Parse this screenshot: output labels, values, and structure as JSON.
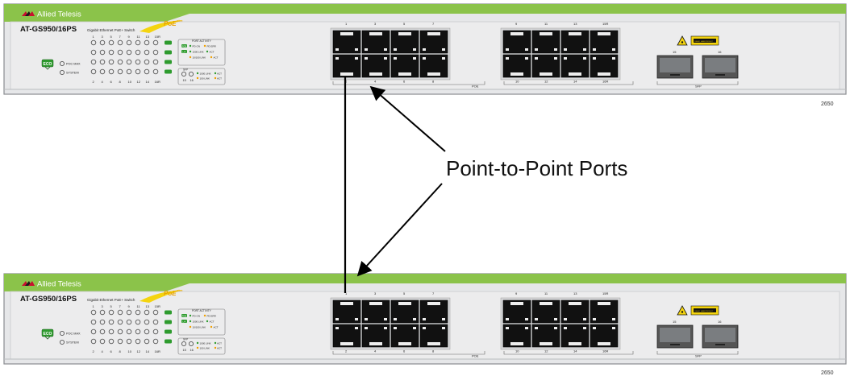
{
  "switch": {
    "brand": "Allied Telesis",
    "model": "AT-GS950/16PS",
    "description": "Gigabit Ethernet PoE+ Switch",
    "poe_logo": "PoE",
    "poe_logo_super": "plus",
    "led_top_numbers": [
      "1",
      "3",
      "5",
      "7",
      "9",
      "11",
      "13",
      "15R"
    ],
    "led_bottom_numbers": [
      "2",
      "4",
      "6",
      "8",
      "10",
      "12",
      "14",
      "16R"
    ],
    "eco_label": "ECO",
    "poc_max_label": "POC MAX",
    "system_label": "SYSTEM",
    "port_activity": {
      "title": "PORT ACTIVITY",
      "row1_left_tag": "POE",
      "row1_a": "PD ON",
      "row1_b": "PD ERR",
      "row2_left_tag": "L/A",
      "row2_a": "1000 LINK",
      "row2_b": "ACT",
      "row3_a": "10/100 LINK",
      "row3_b": "ACT"
    },
    "sfp_legend": {
      "title": "SFP",
      "row1_a": "1000 LINK",
      "row1_b": "ACT",
      "row2_a": "100 LINK",
      "row2_b": "ACT",
      "numbers": [
        "15",
        "16"
      ]
    },
    "poe_top_numbers": [
      "1",
      "3",
      "5",
      "7"
    ],
    "poe_bottom_numbers": [
      "2",
      "4",
      "6",
      "8"
    ],
    "group2_top_numbers": [
      "9",
      "11",
      "13",
      "15R"
    ],
    "group2_bottom_numbers": [
      "10",
      "12",
      "14",
      "16R"
    ],
    "poe_label": "POE",
    "sfp_numbers": [
      "15",
      "16"
    ],
    "sfp_label": "SFP",
    "laser_label": "CLASS 1 LASER PRODUCT"
  },
  "callout_text": "Point-to-Point Ports",
  "figure_number": "2650",
  "colors": {
    "panel": "#e4e5e7",
    "panel_edge": "#8a8d90",
    "green_strip": "#8bc34a",
    "port_black": "#111111",
    "led_green": "#2e9b2e",
    "laser_yellow": "#f4d40f",
    "brand_red": "#c8102e"
  }
}
